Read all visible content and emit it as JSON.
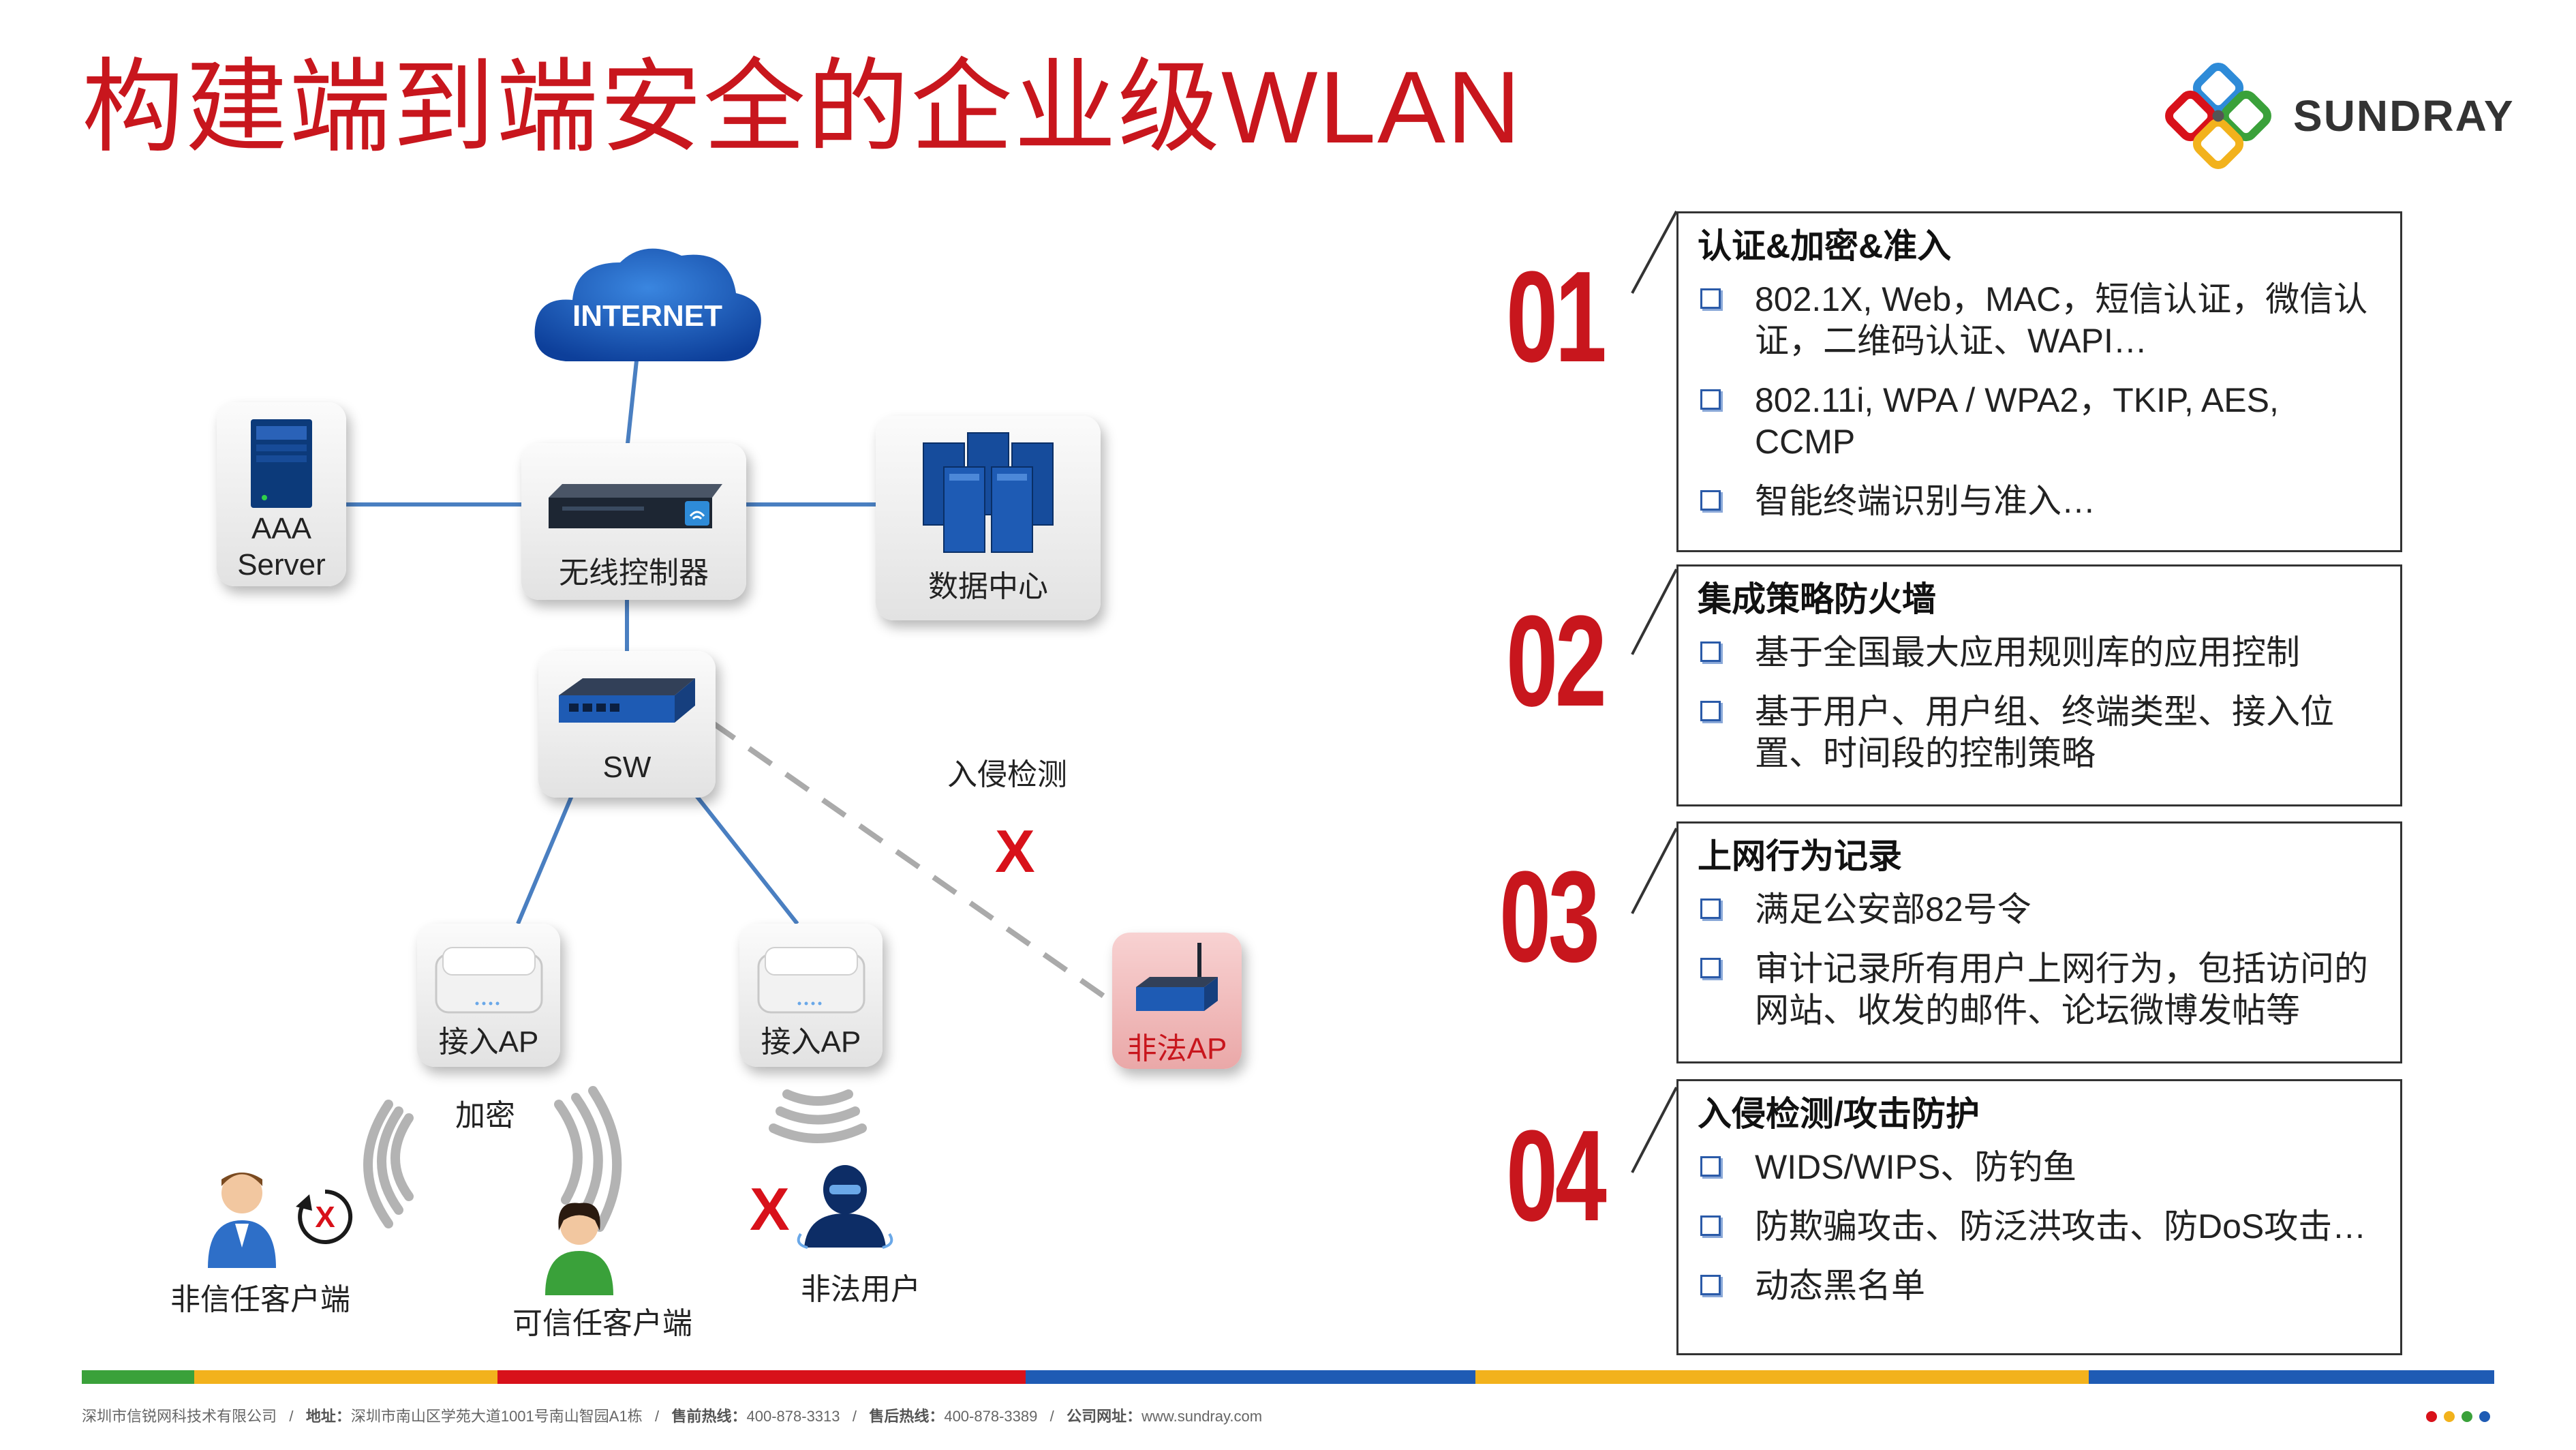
{
  "title": "构建端到端安全的企业级WLAN",
  "logo": {
    "text": "SUNDRAY"
  },
  "diagram": {
    "cloud_label": "INTERNET",
    "nodes": {
      "aaa": "AAA\nServer",
      "controller": "无线控制器",
      "datacenter": "数据中心",
      "switch": "SW",
      "ap1": "接入AP",
      "ap2": "接入AP",
      "rogue_ap": "非法AP"
    },
    "labels": {
      "intrusion_detection": "入侵检测",
      "encryption": "加密",
      "untrusted_client": "非信任客户端",
      "trusted_client": "可信任客户端",
      "illegal_user": "非法用户",
      "x_mark": "X"
    }
  },
  "sections": [
    {
      "number": "01",
      "title": "认证&加密&准入",
      "items": [
        "802.1X, Web，MAC，短信认证，微信认证，二维码认证、WAPI…",
        "802.11i, WPA / WPA2，TKIP, AES, CCMP",
        "智能终端识别与准入…"
      ]
    },
    {
      "number": "02",
      "title": "集成策略防火墙",
      "items": [
        "基于全国最大应用规则库的应用控制",
        "基于用户、用户组、终端类型、接入位置、时间段的控制策略"
      ]
    },
    {
      "number": "03",
      "title": "上网行为记录",
      "items": [
        "满足公安部82号令",
        "审计记录所有用户上网行为，包括访问的网站、收发的邮件、论坛微博发帖等"
      ]
    },
    {
      "number": "04",
      "title": "入侵检测/攻击防护",
      "items": [
        "WIDS/WIPS、防钓鱼",
        "防欺骗攻击、防泛洪攻击、防DoS攻击…",
        "动态黑名单"
      ]
    }
  ],
  "footer": {
    "company": "深圳市信锐网科技术有限公司",
    "address_label": "地址：",
    "address": "深圳市南山区学苑大道1001号南山智园A1栋",
    "presales_label": "售前热线：",
    "presales": "400-878-3313",
    "aftersales_label": "售后热线：",
    "aftersales": "400-878-3389",
    "website_label": "公司网址：",
    "website": "www.sundray.com"
  },
  "colors": {
    "title": "#c8161d",
    "bar": [
      "#3aa13a",
      "#f2b21c",
      "#d8111a",
      "#1e5bb4",
      "#f2b21c",
      "#1e5bb4"
    ]
  }
}
